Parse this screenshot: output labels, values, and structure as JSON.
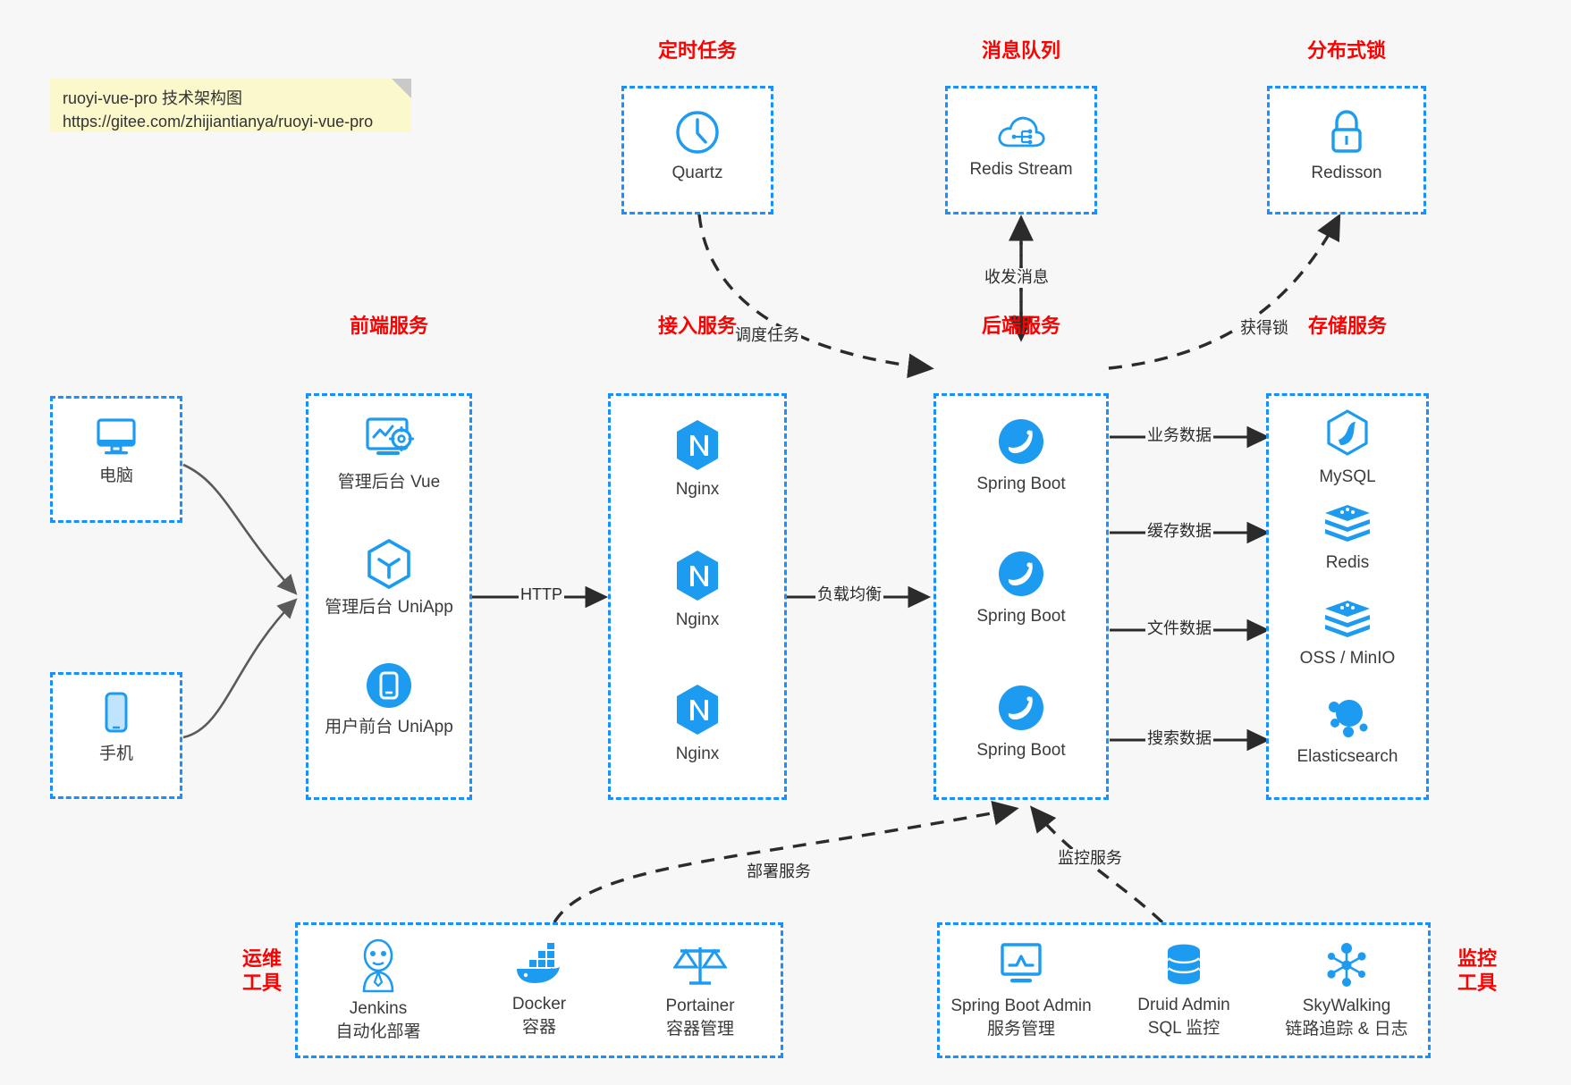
{
  "note": {
    "line1": "ruoyi-vue-pro 技术架构图",
    "line2": "https://gitee.com/zhijiantianya/ruoyi-vue-pro"
  },
  "colors": {
    "box_border": "#1890ff",
    "group_title": "#ff0000",
    "icon_blue": "#1c9bf0",
    "background": "#f7f7f7",
    "edge": "#333333"
  },
  "groups": {
    "scheduler": {
      "title": "定时任务",
      "items": [
        {
          "label": "Quartz",
          "icon": "clock-icon"
        }
      ]
    },
    "mq": {
      "title": "消息队列",
      "items": [
        {
          "label": "Redis Stream",
          "icon": "cloud-network-icon"
        }
      ]
    },
    "lock": {
      "title": "分布式锁",
      "items": [
        {
          "label": "Redisson",
          "icon": "lock-icon"
        }
      ]
    },
    "clients": {
      "items": [
        {
          "label": "电脑",
          "icon": "desktop-icon"
        },
        {
          "label": "手机",
          "icon": "mobile-icon"
        }
      ]
    },
    "frontend": {
      "title": "前端服务",
      "items": [
        {
          "label": "管理后台 Vue",
          "icon": "dashboard-gear-icon"
        },
        {
          "label": "管理后台 UniApp",
          "icon": "hexagon-uniapp-icon"
        },
        {
          "label": "用户前台 UniApp",
          "icon": "app-window-icon"
        }
      ]
    },
    "gateway": {
      "title": "接入服务",
      "items": [
        {
          "label": "Nginx",
          "icon": "nginx-icon"
        },
        {
          "label": "Nginx",
          "icon": "nginx-icon"
        },
        {
          "label": "Nginx",
          "icon": "nginx-icon"
        }
      ]
    },
    "backend": {
      "title": "后端服务",
      "items": [
        {
          "label": "Spring Boot",
          "icon": "spring-leaf-icon"
        },
        {
          "label": "Spring Boot",
          "icon": "spring-leaf-icon"
        },
        {
          "label": "Spring Boot",
          "icon": "spring-leaf-icon"
        }
      ]
    },
    "storage": {
      "title": "存储服务",
      "items": [
        {
          "label": "MySQL",
          "icon": "mysql-dolphin-icon"
        },
        {
          "label": "Redis",
          "icon": "redis-stack-icon"
        },
        {
          "label": "OSS / MinIO",
          "icon": "redis-stack-icon"
        },
        {
          "label": "Elasticsearch",
          "icon": "elasticsearch-icon"
        }
      ]
    },
    "devops": {
      "title_line1": "运维",
      "title_line2": "工具",
      "items": [
        {
          "label": "Jenkins",
          "sub": "自动化部署",
          "icon": "jenkins-butler-icon"
        },
        {
          "label": "Docker",
          "sub": "容器",
          "icon": "docker-whale-icon"
        },
        {
          "label": "Portainer",
          "sub": "容器管理",
          "icon": "scales-icon"
        }
      ]
    },
    "monitor": {
      "title_line1": "监控",
      "title_line2": "工具",
      "items": [
        {
          "label": "Spring Boot Admin",
          "sub": "服务管理",
          "icon": "monitor-chart-icon"
        },
        {
          "label": "Druid Admin",
          "sub": "SQL 监控",
          "icon": "database-icon"
        },
        {
          "label": "SkyWalking",
          "sub": "链路追踪 & 日志",
          "icon": "skywalking-icon"
        }
      ]
    }
  },
  "edges": {
    "schedule_task": "调度任务",
    "send_receive_message": "收发消息",
    "acquire_lock": "获得锁",
    "http": "HTTP",
    "load_balance": "负载均衡",
    "business_data": "业务数据",
    "cache_data": "缓存数据",
    "file_data": "文件数据",
    "search_data": "搜索数据",
    "deploy_service": "部署服务",
    "monitor_service": "监控服务"
  }
}
